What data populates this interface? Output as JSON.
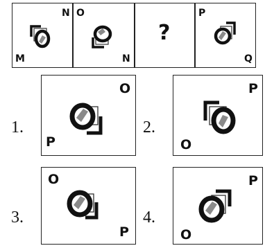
{
  "problem_row": {
    "cells": [
      {
        "corner_a": "N",
        "corner_b": "M"
      },
      {
        "corner_a": "O",
        "corner_b": "N"
      },
      {
        "placeholder": "?"
      },
      {
        "corner_a": "P",
        "corner_b": "Q"
      }
    ]
  },
  "options": [
    {
      "number": "1.",
      "corner_a": "O",
      "corner_b": "P"
    },
    {
      "number": "2.",
      "corner_a": "P",
      "corner_b": "O"
    },
    {
      "number": "3.",
      "corner_a": "O",
      "corner_b": "P"
    },
    {
      "number": "4.",
      "corner_a": "P",
      "corner_b": "O"
    }
  ]
}
